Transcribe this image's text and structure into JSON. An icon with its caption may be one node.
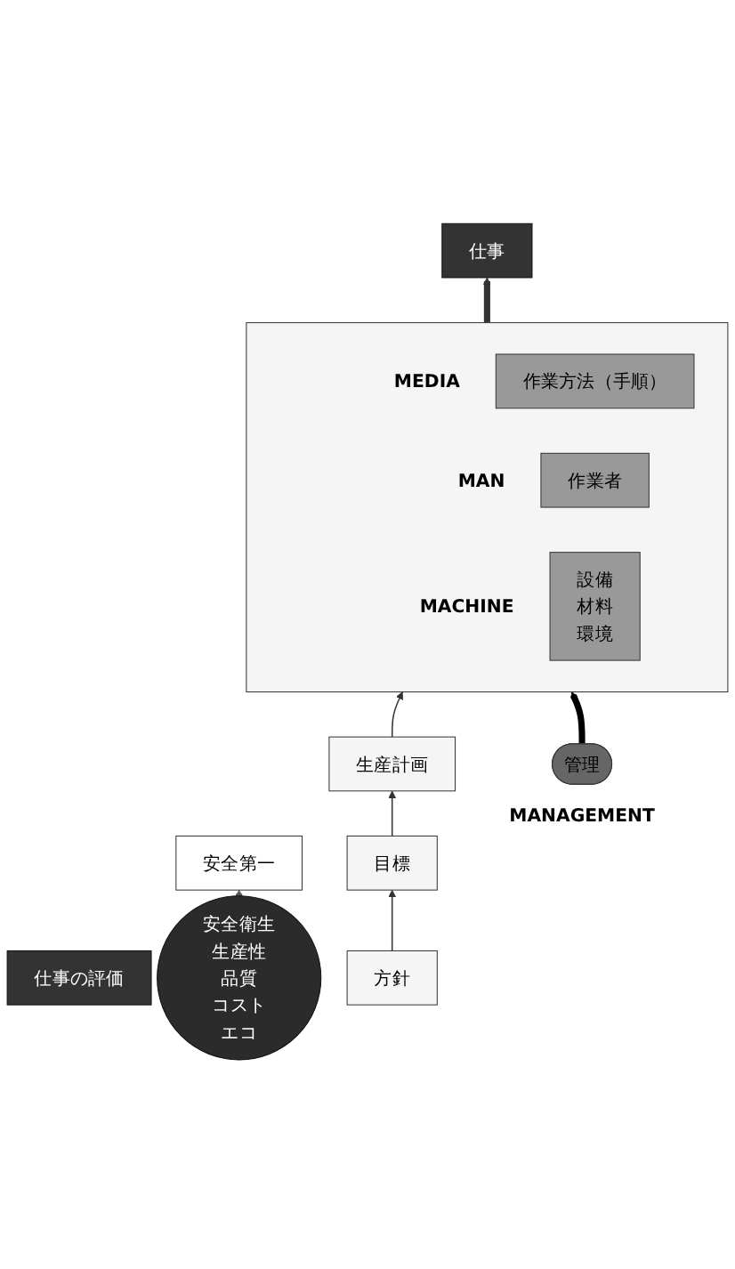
{
  "diagram": {
    "nodes": [
      {
        "text": [
          "仕事の評価"
        ]
      },
      {
        "text": [
          "安全衛生",
          "生産性",
          "品質",
          "コスト",
          "エコ"
        ]
      },
      {
        "text": [
          "仕事"
        ]
      },
      {
        "text": [
          "安全第一"
        ]
      },
      {
        "text": [],
        "shape": "box"
      },
      {
        "text": [
          "作業方法（手順）"
        ],
        "in": 4,
        "beside": [
          "MEDIA"
        ]
      },
      {
        "text": [
          "作業者"
        ],
        "in": 4,
        "beside": [
          "MAN"
        ]
      },
      {
        "text": [
          "設備",
          "材料",
          "環境"
        ],
        "in": 4,
        "beside": [
          "MACHINE"
        ]
      },
      {
        "text": [
          "方針"
        ]
      },
      {
        "text": [
          "目標"
        ]
      },
      {
        "text": [
          "生産計画"
        ]
      },
      {
        "text": [
          "管理"
        ],
        "beside": [
          "MANAGEMENT"
        ]
      }
    ],
    "edges": [
      {
        "from": 8,
        "to": 9,
        "arrow": "to"
      },
      {
        "from": 9,
        "to": 10,
        "arrow": "to"
      },
      {
        "from": 10,
        "to": 4,
        "arrow": "to"
      },
      {
        "from": 11,
        "to": 4,
        "arrow": "to",
        "style": "thick",
        "color": "#000000"
      },
      {
        "from": 4,
        "to": 2,
        "arrow": "to",
        "style": "thick",
        "color": "#333333"
      },
      {
        "from": 1,
        "to": 3,
        "arrow": "to",
        "style": "thick",
        "color": "#555555"
      }
    ]
  }
}
